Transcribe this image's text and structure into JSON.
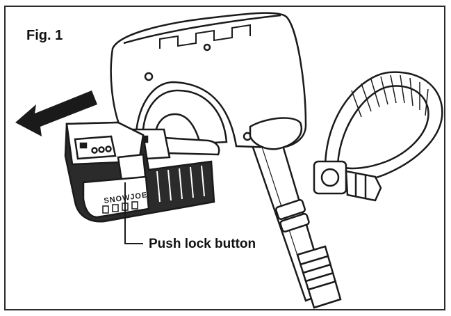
{
  "figure": {
    "label": "Fig. 1",
    "callout": "Push lock button",
    "brand_text": "SNOWJOE",
    "removal_arrow_direction": "left"
  },
  "colors": {
    "line": "#1a1a1a",
    "fill_dark": "#2b2b2b",
    "fill_light": "#ffffff",
    "frame": "#2a2a2a"
  },
  "icons": {
    "arrow": "removal-arrow-icon"
  }
}
